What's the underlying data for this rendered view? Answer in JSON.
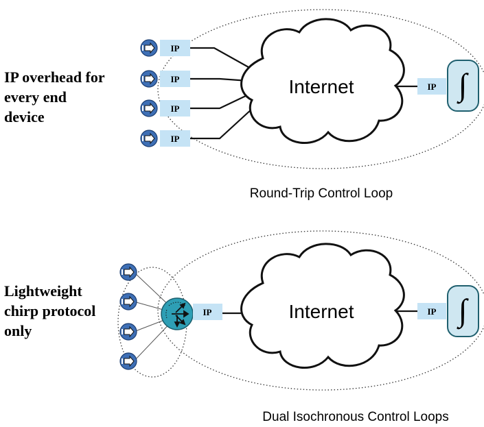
{
  "top_panel": {
    "side_label": "IP overhead for\nevery end\ndevice",
    "cloud_label": "Internet",
    "ip_labels": [
      "IP",
      "IP",
      "IP",
      "IP"
    ],
    "controller_ip_label": "IP",
    "controller_symbol": "∫",
    "caption": "Round-Trip Control Loop",
    "device_icon": "sensor-device-icon",
    "device_count": 4
  },
  "bottom_panel": {
    "side_label": "Lightweight\nchirp protocol\nonly",
    "cloud_label": "Internet",
    "hub_ip_label": "IP",
    "controller_ip_label": "IP",
    "controller_symbol": "∫",
    "caption": "Dual Isochronous Control Loops",
    "device_icon": "sensor-device-icon",
    "hub_icon": "propagator-hub-icon",
    "device_count": 4
  },
  "colors": {
    "ip_box": "#c5e3f5",
    "device_fill": "#3e6fb5",
    "hub_fill": "#2e9fb5",
    "controller_fill": "#cfe7f1",
    "controller_stroke": "#1f5f6e"
  }
}
